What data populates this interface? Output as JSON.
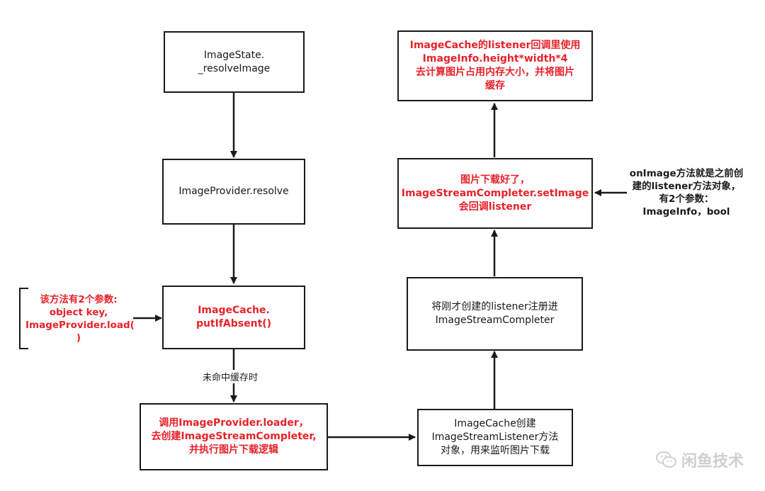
{
  "nodes": {
    "resolve_image": "ImageState.\n_resolveImage",
    "provider_resolve": "ImageProvider.resolve",
    "put_if_absent": "ImageCache.\nputIfAbsent()",
    "call_loader": "调用ImageProvider.loader，\n去创建ImageStreamCompleter,\n并执行图片下载逻辑",
    "create_listener": "ImageCache创建\nImageStreamListener方法\n对象，用来监听图片下载",
    "register_listener": "将刚才创建的listener注册进\nImageStreamCompleter",
    "image_downloaded": "图片下载好了，\nImageStreamCompleter.setImage\n会回调listener",
    "cache_size": "ImageCache的listener回调里使用\nImageInfo.height*width*4\n去计算图片占用内存大小，并将图片\n缓存"
  },
  "notes": {
    "put_if_absent_params": "该方法有2个参数:\nobject key,\nImageProvider.load(\n)",
    "on_image_note": "onImage方法就是之前创\n建的listener方法对象，\n有2个参数：\nImageInfo，bool"
  },
  "edge_labels": {
    "cache_miss": "未命中缓存时"
  },
  "watermark": {
    "text": "闲鱼技术",
    "icon": "wechat-icon"
  },
  "colors": {
    "highlight": "#e8222a",
    "stroke": "#1a1a1a"
  }
}
